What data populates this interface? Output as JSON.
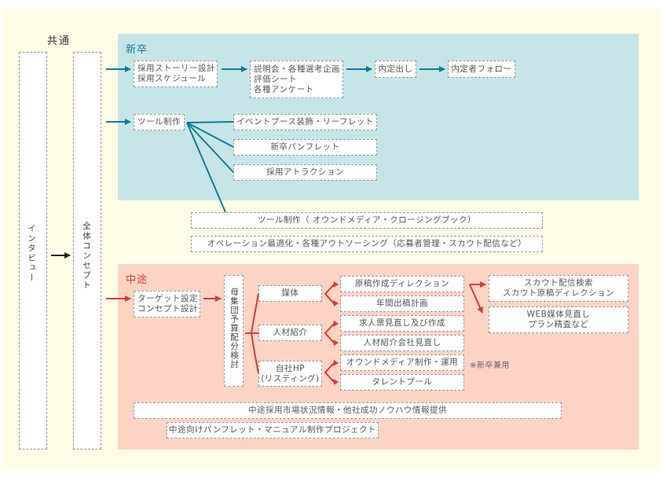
{
  "colors": {
    "background": "#fffde6",
    "shinsotsu_panel": "#c5e5e8",
    "chuto_panel": "#fdd3c4",
    "shinsotsu_accent": "#137a96",
    "chuto_accent": "#d83b3b",
    "common_arrow": "#222222"
  },
  "common": {
    "title": "共通",
    "interview": "インタビュー",
    "concept": "全体コンセプト"
  },
  "shinsotsu": {
    "title": "新卒",
    "flow": [
      {
        "lines": [
          "採用ストーリー設計",
          "採用スケジュール"
        ]
      },
      {
        "lines": [
          "説明会・各種選考企画",
          "評価シート",
          "各種アンケート"
        ]
      },
      {
        "lines": [
          "内定出し"
        ]
      },
      {
        "lines": [
          "内定者フォロー"
        ]
      }
    ],
    "tools": {
      "label": "ツール制作",
      "items": [
        "イベントブース装飾・リーフレット",
        "新卒パンフレット",
        "採用アトラクション"
      ]
    }
  },
  "shared_items": [
    "ツール制作（ オウンドメディア・クロージングブック）",
    "オペレーション最適化・各種アウトソーシング（応募者管理・スカウト配信など）"
  ],
  "chuto": {
    "title": "中途",
    "target": [
      "ターゲット設定",
      "コンセプト設計"
    ],
    "budget": "母集団予算配分検討",
    "channels": [
      {
        "label": [
          "媒体"
        ],
        "items": [
          "原稿作成ディレクション",
          "年間出稿計画"
        ]
      },
      {
        "label": [
          "人材紹介"
        ],
        "items": [
          "求人票見直し及び作成",
          "人材紹介会社見直し"
        ]
      },
      {
        "label": [
          "自社HP",
          "(リスティング)"
        ],
        "items": [
          "オウンドメディア制作・運用",
          "タレントプール"
        ]
      }
    ],
    "outcomes": [
      [
        "スカウト配信検索",
        "スカウト原稿ディレクション"
      ],
      [
        "WEB媒体見直し",
        "プラン精査など"
      ]
    ],
    "note": "※新卒兼用",
    "footer": [
      "中途採用市場状況情報・他社成功ノウハウ情報提供",
      "中途向けパンフレット・マニュアル制作プロジェクト"
    ]
  }
}
